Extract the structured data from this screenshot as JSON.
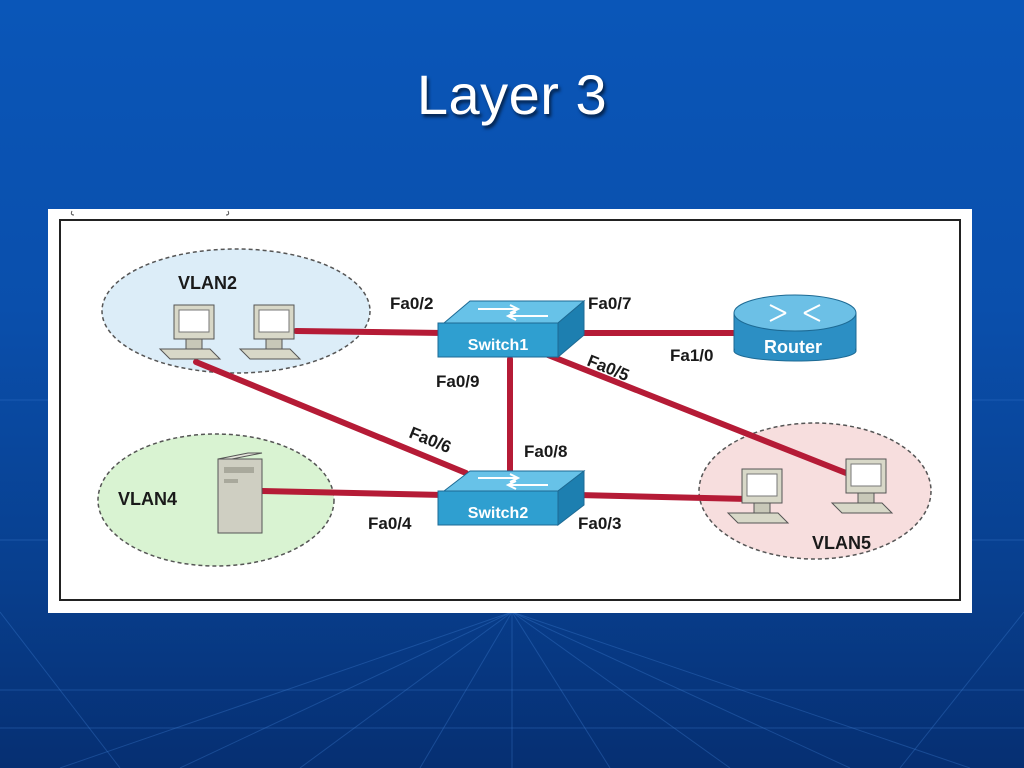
{
  "slide": {
    "title": "Layer 3"
  },
  "diagram": {
    "devices": {
      "switch1": "Switch1",
      "switch2": "Switch2",
      "router": "Router"
    },
    "vlans": {
      "vlan2": "VLAN2",
      "vlan4": "VLAN4",
      "vlan5": "VLAN5"
    },
    "ports": {
      "fa0_2": "Fa0/2",
      "fa0_7": "Fa0/7",
      "fa1_0": "Fa1/0",
      "fa0_9": "Fa0/9",
      "fa0_5": "Fa0/5",
      "fa0_6": "Fa0/6",
      "fa0_8": "Fa0/8",
      "fa0_4": "Fa0/4",
      "fa0_3": "Fa0/3"
    },
    "colors": {
      "link": "#b51b36",
      "switch": "#2f9fd0",
      "router": "#2c8fc4",
      "vlan2_fill": "#dcedf8",
      "vlan4_fill": "#d9f3d2",
      "vlan5_fill": "#f7dede"
    }
  }
}
